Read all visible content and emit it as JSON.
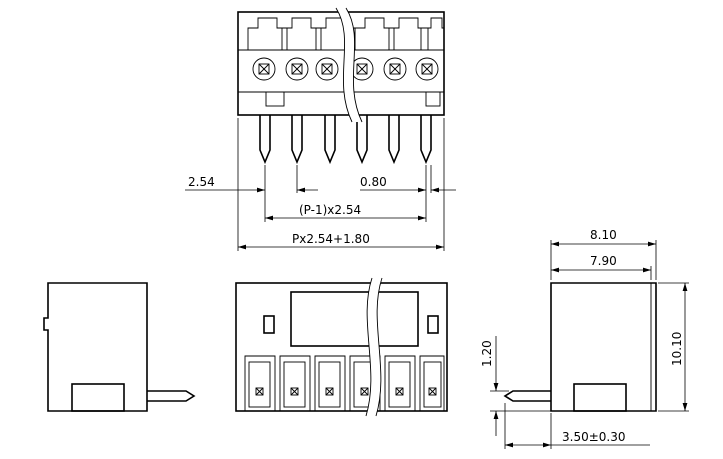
{
  "dimensions": {
    "pitch": "2.54",
    "pin_width": "0.80",
    "pitch_total": "(P-1)x2.54",
    "overall_length": "Px2.54+1.80",
    "depth_outer": "8.10",
    "depth_inner": "7.90",
    "height": "10.10",
    "pin_offset": "1.20",
    "pin_length": "3.50±0.30"
  }
}
